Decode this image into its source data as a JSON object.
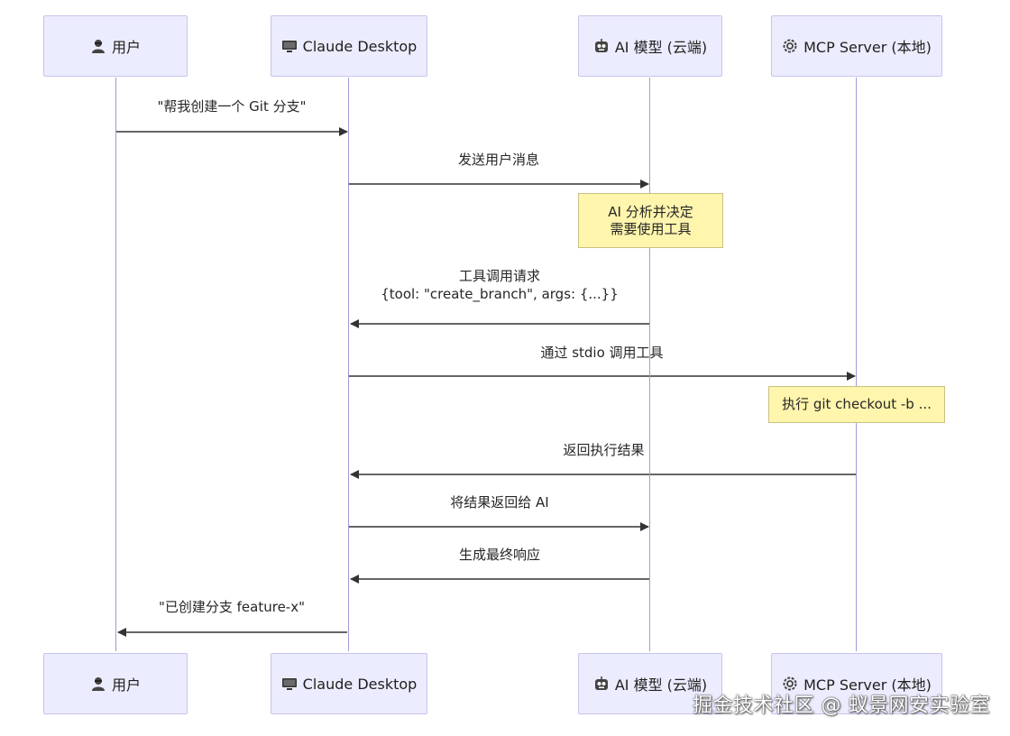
{
  "actors": [
    {
      "id": "user",
      "icon": "person-icon",
      "label": "用户"
    },
    {
      "id": "claude",
      "icon": "monitor-icon",
      "label": "Claude Desktop"
    },
    {
      "id": "ai",
      "icon": "robot-icon",
      "label": "AI 模型 (云端)"
    },
    {
      "id": "mcp",
      "icon": "gear-icon",
      "label": "MCP Server (本地)"
    }
  ],
  "messages": [
    {
      "lines": [
        "\"帮我创建一个 Git 分支\""
      ],
      "from": "user",
      "to": "claude"
    },
    {
      "lines": [
        "发送用户消息"
      ],
      "from": "claude",
      "to": "ai"
    },
    {
      "lines": [
        "工具调用请求",
        "{tool: \"create_branch\", args: {...}}"
      ],
      "from": "ai",
      "to": "claude"
    },
    {
      "lines": [
        "通过 stdio 调用工具"
      ],
      "from": "claude",
      "to": "mcp"
    },
    {
      "lines": [
        "返回执行结果"
      ],
      "from": "mcp",
      "to": "claude"
    },
    {
      "lines": [
        "将结果返回给 AI"
      ],
      "from": "claude",
      "to": "ai"
    },
    {
      "lines": [
        "生成最终响应"
      ],
      "from": "ai",
      "to": "claude"
    },
    {
      "lines": [
        "\"已创建分支 feature-x\""
      ],
      "from": "claude",
      "to": "user"
    }
  ],
  "notes": [
    {
      "over": "ai",
      "lines": [
        "AI 分析并决定",
        "需要使用工具"
      ]
    },
    {
      "over": "mcp",
      "lines": [
        "执行 git checkout -b ..."
      ]
    }
  ],
  "watermark": "掘金技术社区 @ 蚁景网安实验室",
  "colors": {
    "actor_fill": "#ececff",
    "actor_border": "#c8c4ec",
    "lifeline": "#9e9bd6",
    "note_fill": "#fff5ad",
    "arrow": "#333333"
  }
}
